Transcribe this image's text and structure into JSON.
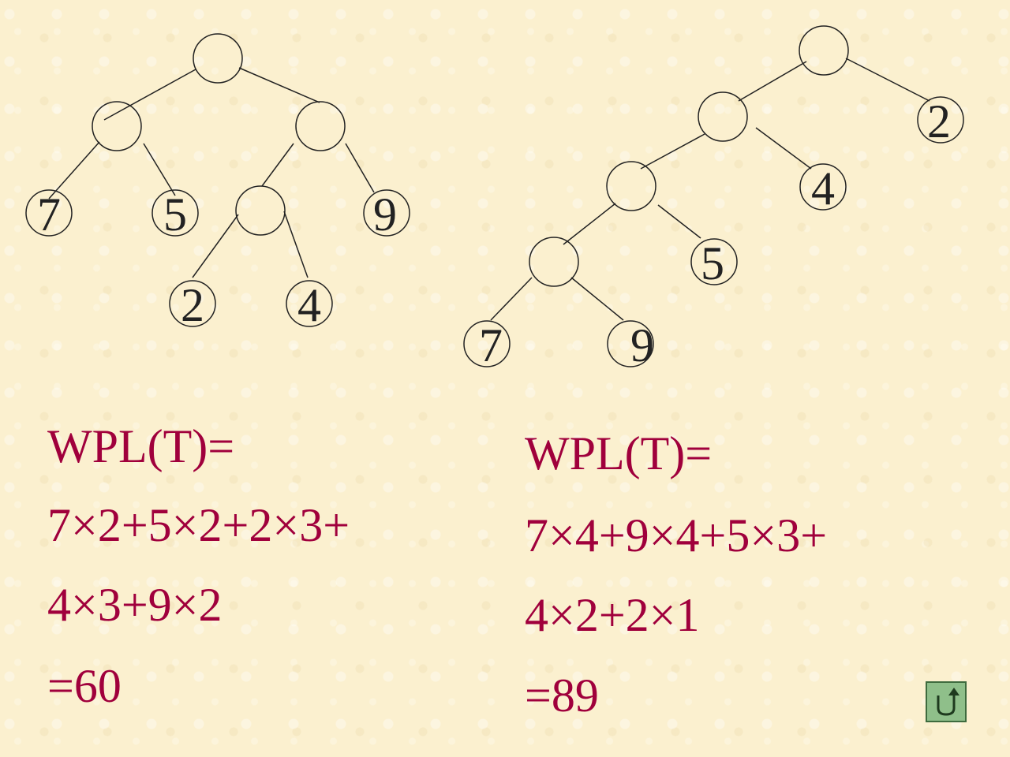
{
  "tree_left": {
    "leaves": [
      {
        "id": "a",
        "label": "7"
      },
      {
        "id": "b",
        "label": "5"
      },
      {
        "id": "c",
        "label": "9"
      },
      {
        "id": "d",
        "label": "2"
      },
      {
        "id": "e",
        "label": "4"
      }
    ]
  },
  "tree_right": {
    "leaves": [
      {
        "id": "a",
        "label": "2"
      },
      {
        "id": "b",
        "label": "4"
      },
      {
        "id": "c",
        "label": "5"
      },
      {
        "id": "d",
        "label": "7"
      },
      {
        "id": "e",
        "label": "9"
      }
    ]
  },
  "left_calc": {
    "heading": "WPL(T)=",
    "line1": "7×2+5×2+2×3+",
    "line2": "4×3+9×2",
    "result": "=60"
  },
  "right_calc": {
    "heading": "WPL(T)=",
    "line1": "7×4+9×4+5×3+",
    "line2": "4×2+2×1",
    "result": "=89"
  },
  "colors": {
    "background": "#fbf0cf",
    "formula_text": "#a0003c",
    "diagram_ink": "#222222",
    "return_button": "#8fbf8a"
  },
  "icons": {
    "return_button": "u-turn-arrow-icon"
  }
}
